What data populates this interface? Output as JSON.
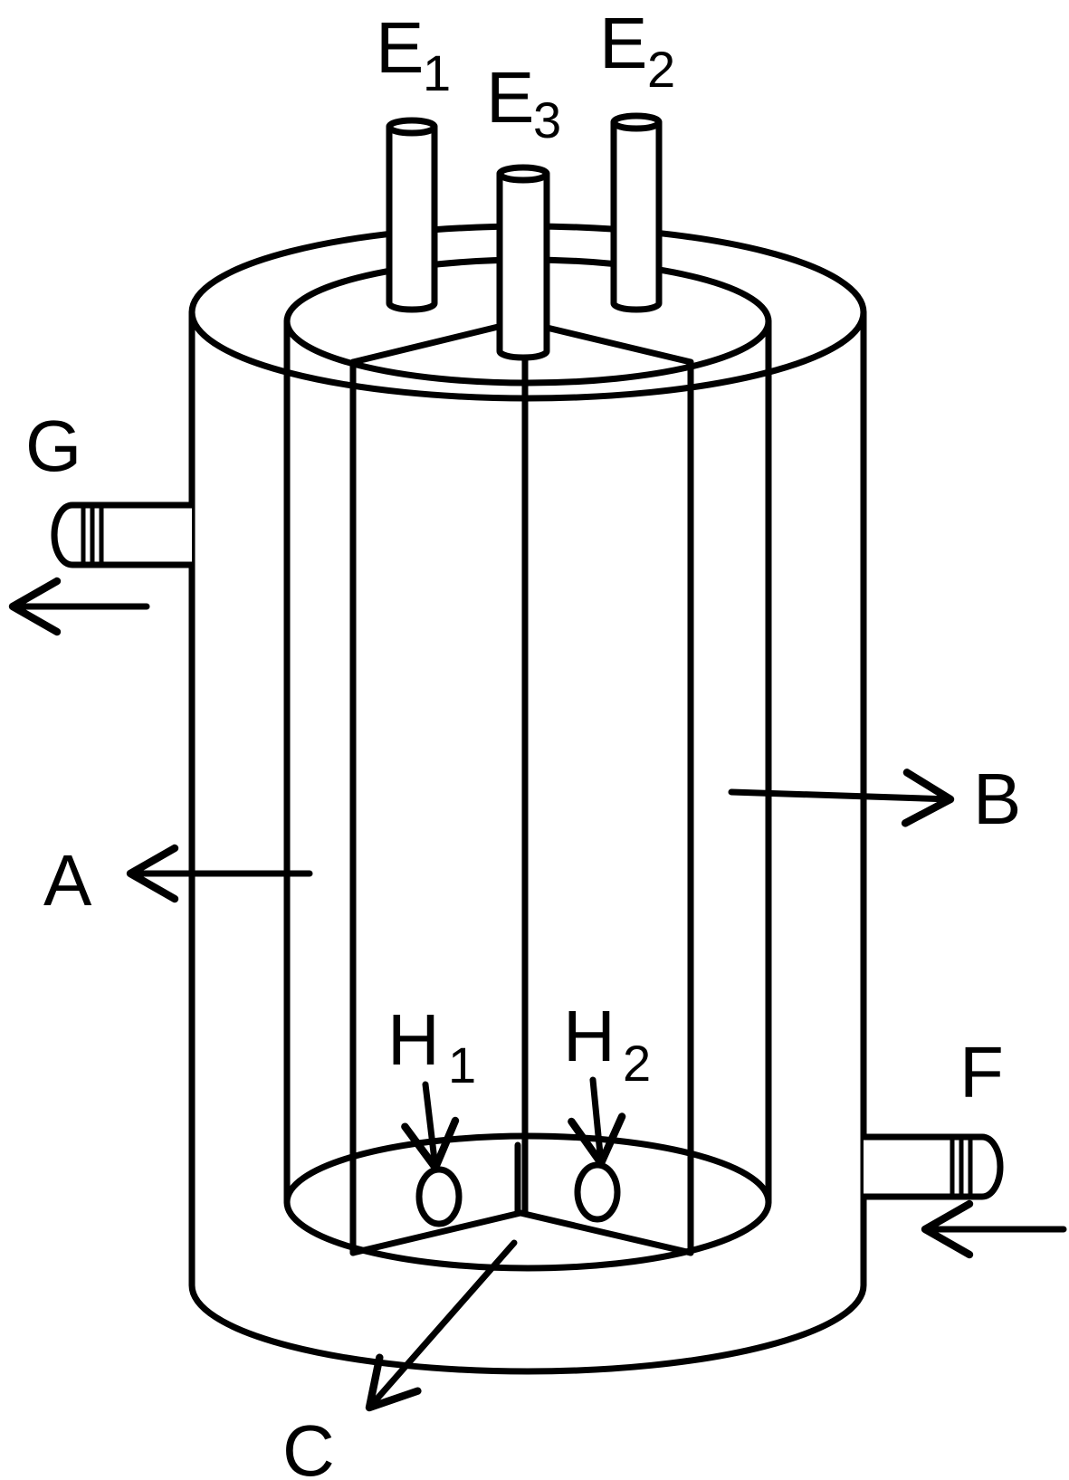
{
  "labels": {
    "e1": "E",
    "e1_sub": "1",
    "e2": "E",
    "e2_sub": "2",
    "e3": "E",
    "e3_sub": "3",
    "g": "G",
    "a": "A",
    "b": "B",
    "c": "C",
    "f": "F",
    "h1": "H",
    "h1_sub": "1",
    "h2": "H",
    "h2_sub": "2"
  }
}
